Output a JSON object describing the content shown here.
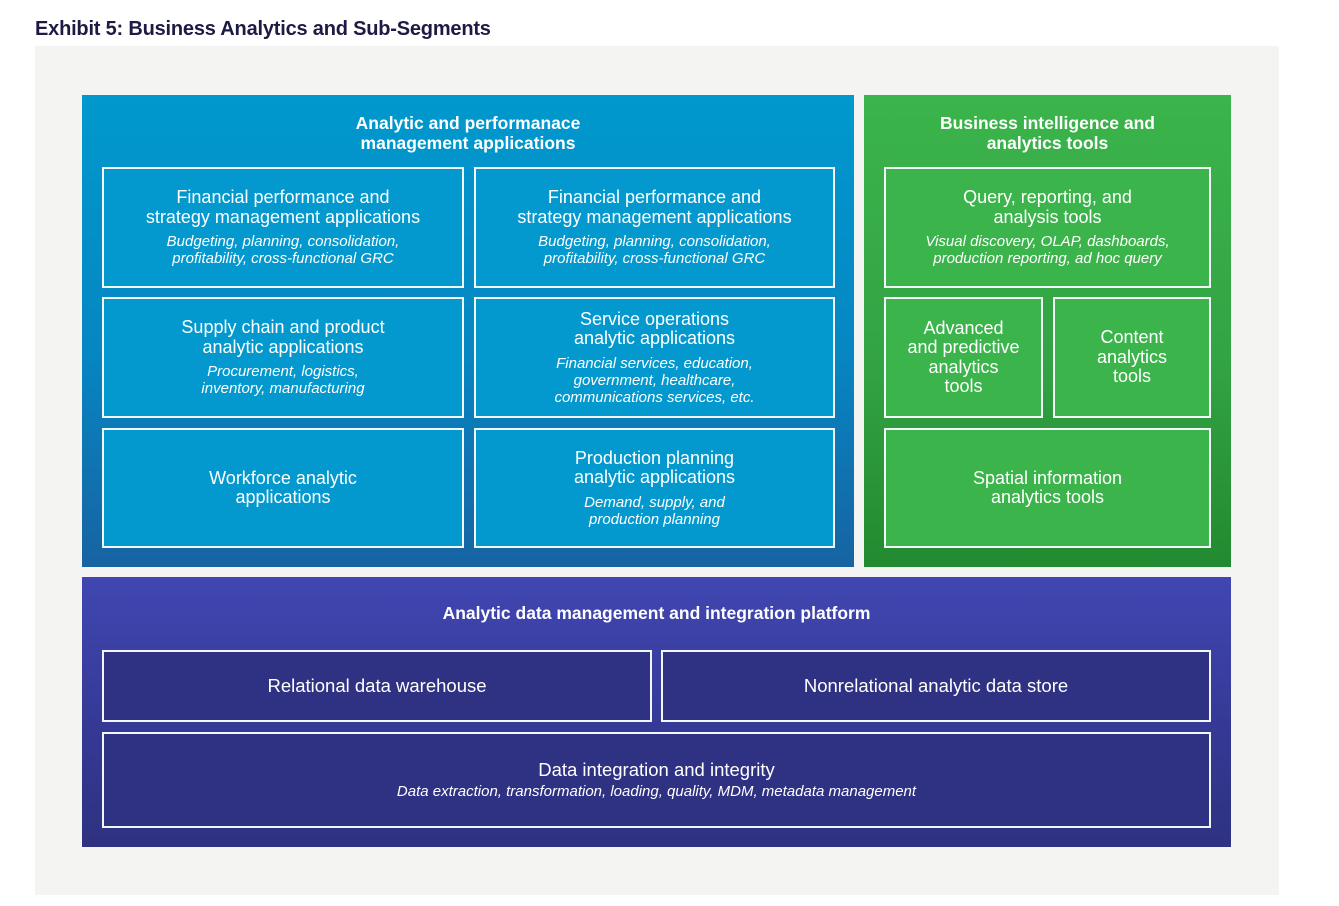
{
  "title": "Exhibit 5: Business Analytics and Sub-Segments",
  "colors": {
    "title_text": "#1d1b44",
    "background": "#f4f4f2",
    "blue_panel": "#0099cd",
    "green_panel": "#3bb44b",
    "purple_panel": "#4147b2",
    "navy_box": "#2f3182"
  },
  "blue_panel": {
    "title": "Analytic and performanace\nmanagement applications",
    "title_line1": "Analytic and performanace",
    "title_line2": "management applications",
    "boxes": [
      {
        "title": "Financial performance and\nstrategy management applications",
        "subtitle": "Budgeting, planning, consolidation,\nprofitability, cross-functional GRC"
      },
      {
        "title": "Financial performance and\nstrategy management applications",
        "subtitle": "Budgeting, planning, consolidation,\nprofitability, cross-functional GRC"
      },
      {
        "title": "Supply chain and product\nanalytic applications",
        "subtitle": "Procurement, logistics,\ninventory, manufacturing"
      },
      {
        "title": "Service operations\nanalytic applications",
        "subtitle": "Financial services, education,\ngovernment, healthcare,\ncommunications services, etc."
      },
      {
        "title": "Workforce analytic\napplications",
        "subtitle": ""
      },
      {
        "title": "Production planning\nanalytic applications",
        "subtitle": "Demand, supply, and\nproduction planning"
      }
    ]
  },
  "green_panel": {
    "title_line1": "Business intelligence and",
    "title_line2": "analytics tools",
    "boxes": [
      {
        "title": "Query, reporting, and\nanalysis tools",
        "subtitle": "Visual discovery, OLAP, dashboards,\nproduction reporting, ad hoc query"
      },
      {
        "title": "Advanced\nand predictive\nanalytics\ntools",
        "subtitle": ""
      },
      {
        "title": "Content\nanalytics\ntools",
        "subtitle": ""
      },
      {
        "title": "Spatial information\nanalytics tools",
        "subtitle": ""
      }
    ]
  },
  "purple_panel": {
    "title": "Analytic data management and integration platform",
    "boxes": [
      {
        "title": "Relational data warehouse",
        "subtitle": ""
      },
      {
        "title": "Nonrelational analytic data store",
        "subtitle": ""
      },
      {
        "title": "Data integration and integrity",
        "subtitle": "Data extraction, transformation, loading, quality, MDM, metadata management"
      }
    ]
  }
}
